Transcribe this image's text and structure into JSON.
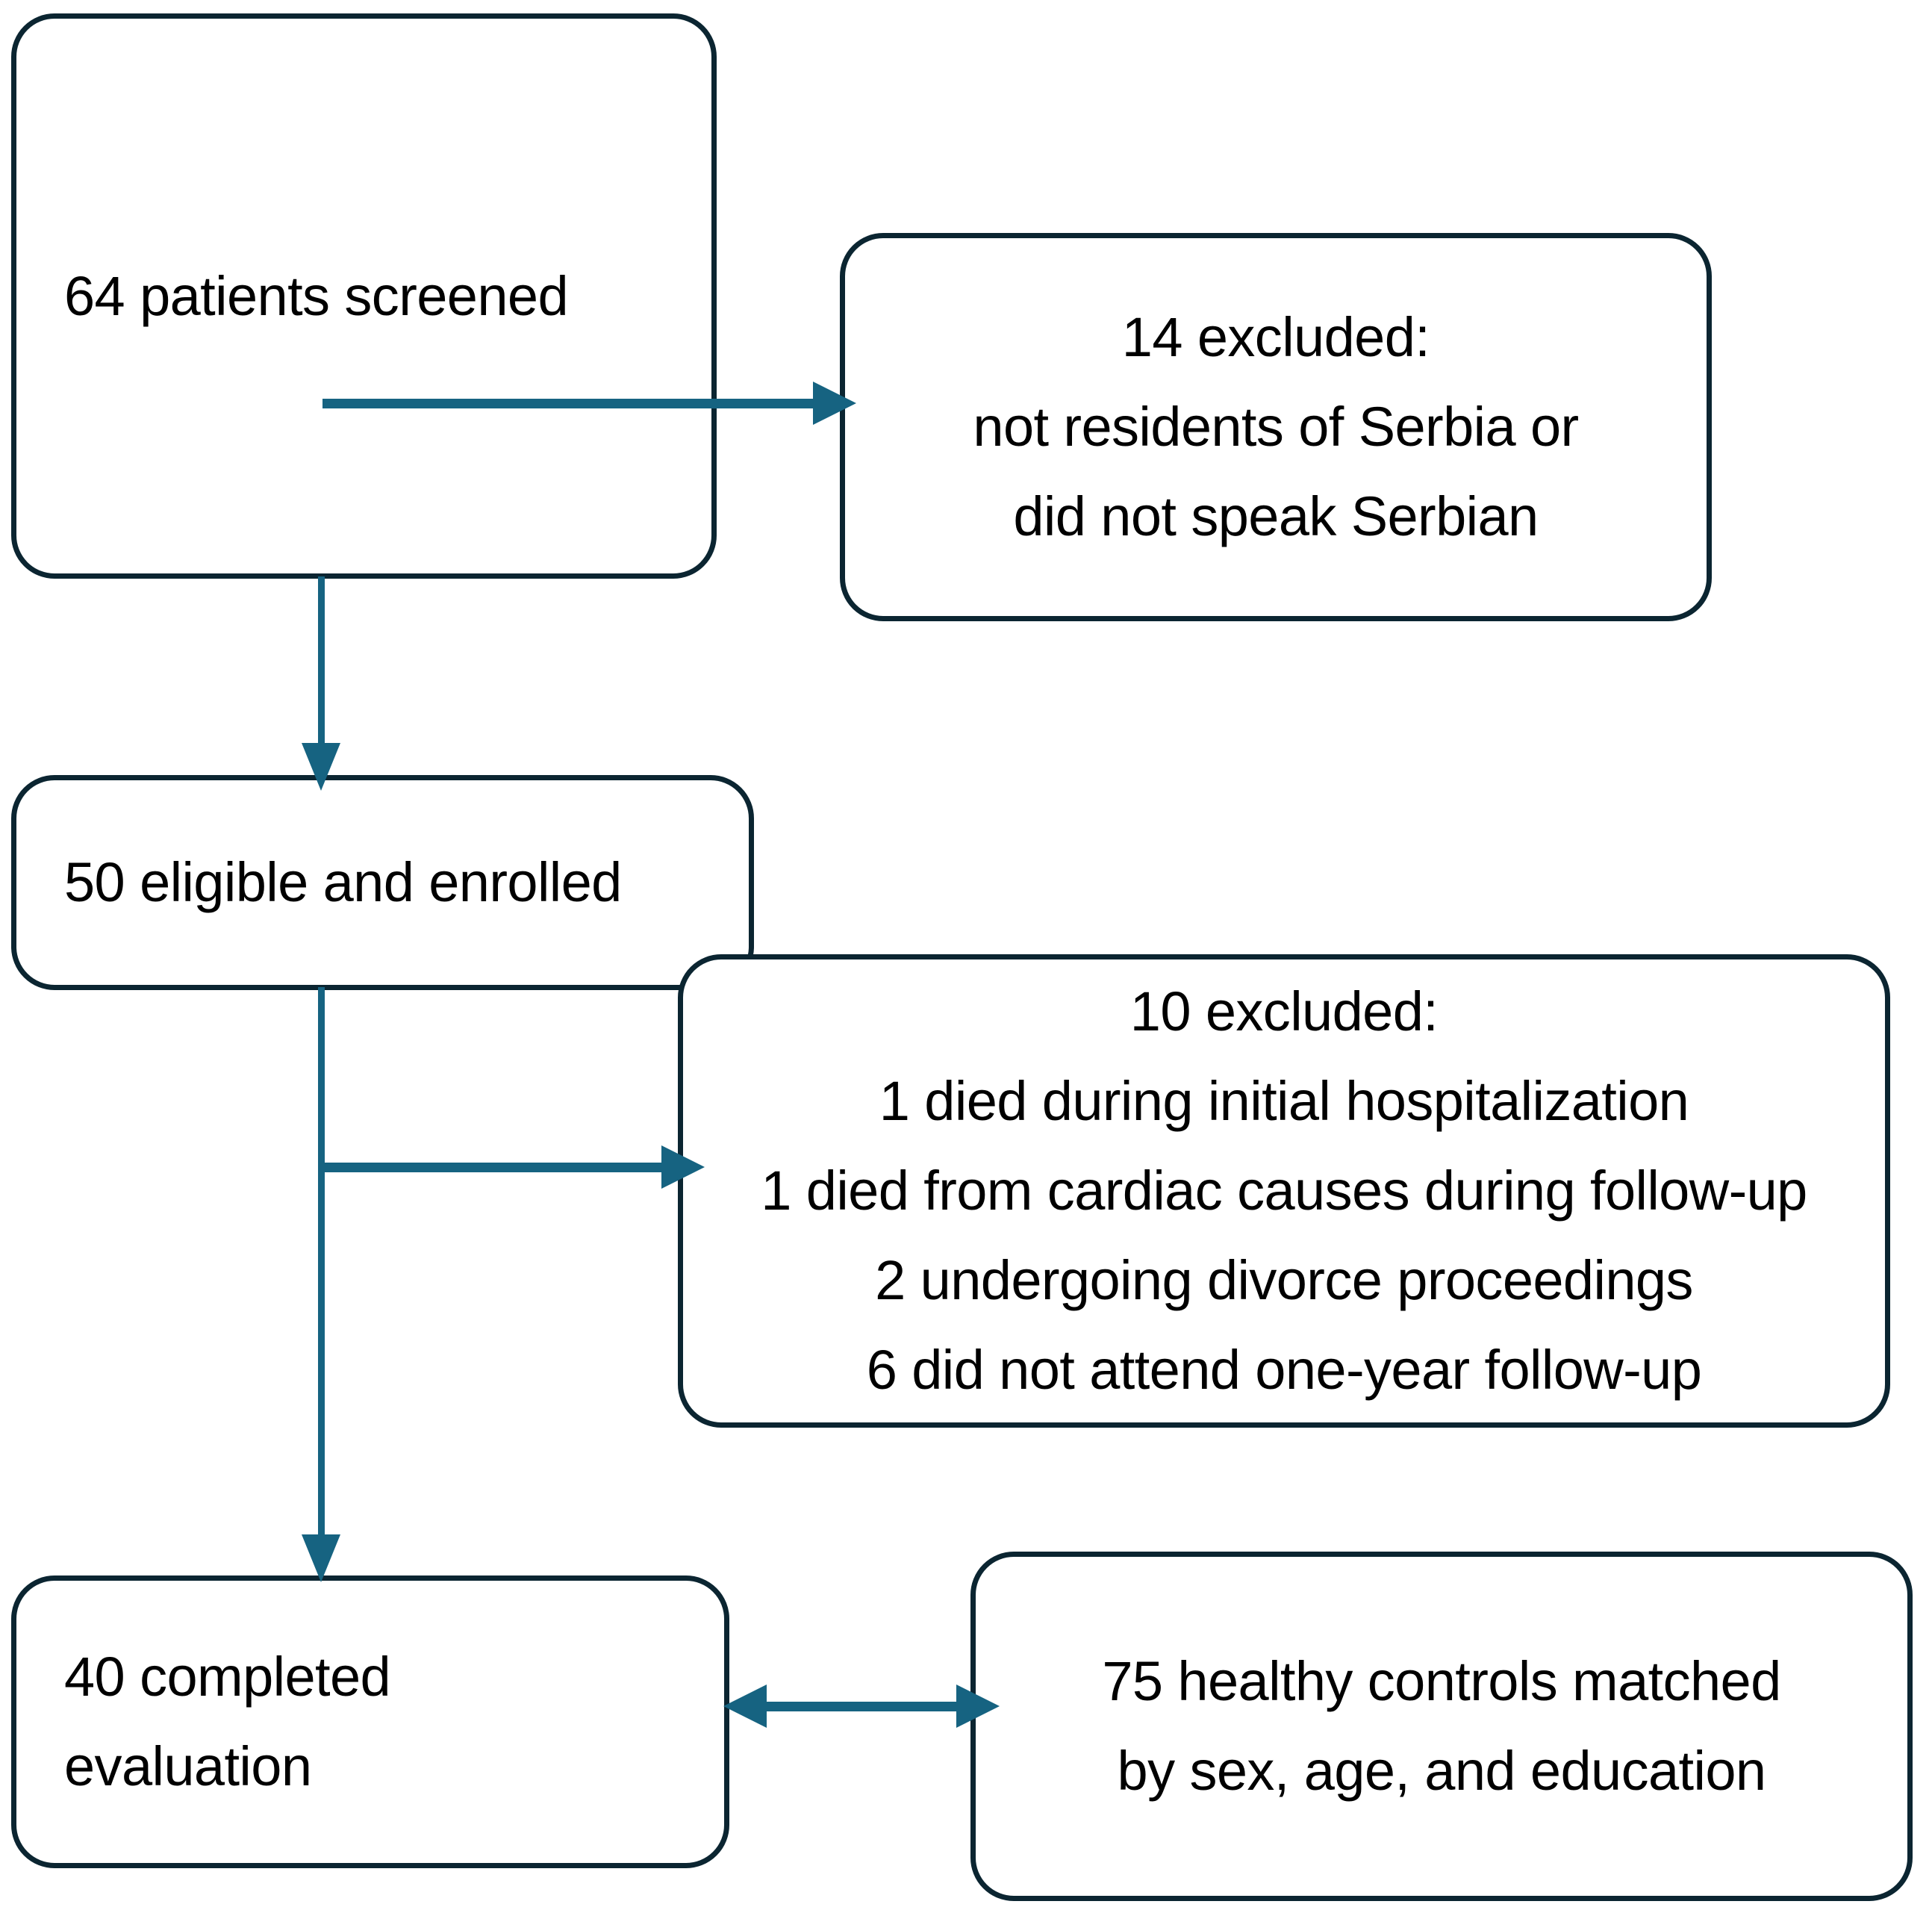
{
  "diagram": {
    "title": "Participant flow diagram",
    "colors": {
      "box_border": "#0b2531",
      "connector": "#166381",
      "text": "#000000",
      "background": "#ffffff"
    },
    "nodes": {
      "screened": {
        "id": "screened",
        "lines": [
          "64 patients screened"
        ],
        "count": 64,
        "align": "left"
      },
      "excluded_screening": {
        "id": "excluded-screening",
        "lines": [
          "14 excluded:",
          "not residents of Serbia or",
          "did not speak Serbian"
        ],
        "count": 14,
        "align": "center"
      },
      "enrolled": {
        "id": "enrolled",
        "lines": [
          "50 eligible and enrolled"
        ],
        "count": 50,
        "align": "left"
      },
      "excluded_followup": {
        "id": "excluded-followup",
        "lines": [
          "10 excluded:",
          "1 died during initial hospitalization",
          "1 died from cardiac causes during follow-up",
          "2 undergoing divorce proceedings",
          "6 did not attend one-year follow-up"
        ],
        "count": 10,
        "align": "center"
      },
      "completed": {
        "id": "completed",
        "lines": [
          "40 completed",
          "evaluation"
        ],
        "count": 40,
        "align": "left"
      },
      "controls": {
        "id": "controls",
        "lines": [
          "75 healthy controls matched",
          "by sex, age, and education"
        ],
        "count": 75,
        "align": "center"
      }
    },
    "connectors": [
      {
        "id": "screened-to-enrolled",
        "from": "screened",
        "to": "enrolled",
        "type": "arrow-down"
      },
      {
        "id": "screened-to-excluded",
        "from": "screened",
        "to": "excluded_screening",
        "type": "arrow-right"
      },
      {
        "id": "enrolled-to-completed",
        "from": "enrolled",
        "to": "completed",
        "type": "arrow-down"
      },
      {
        "id": "enrolled-to-excluded",
        "from": "enrolled",
        "to": "excluded_followup",
        "type": "arrow-right"
      },
      {
        "id": "completed-to-controls",
        "from": "completed",
        "to": "controls",
        "type": "arrow-bidirectional"
      }
    ]
  }
}
